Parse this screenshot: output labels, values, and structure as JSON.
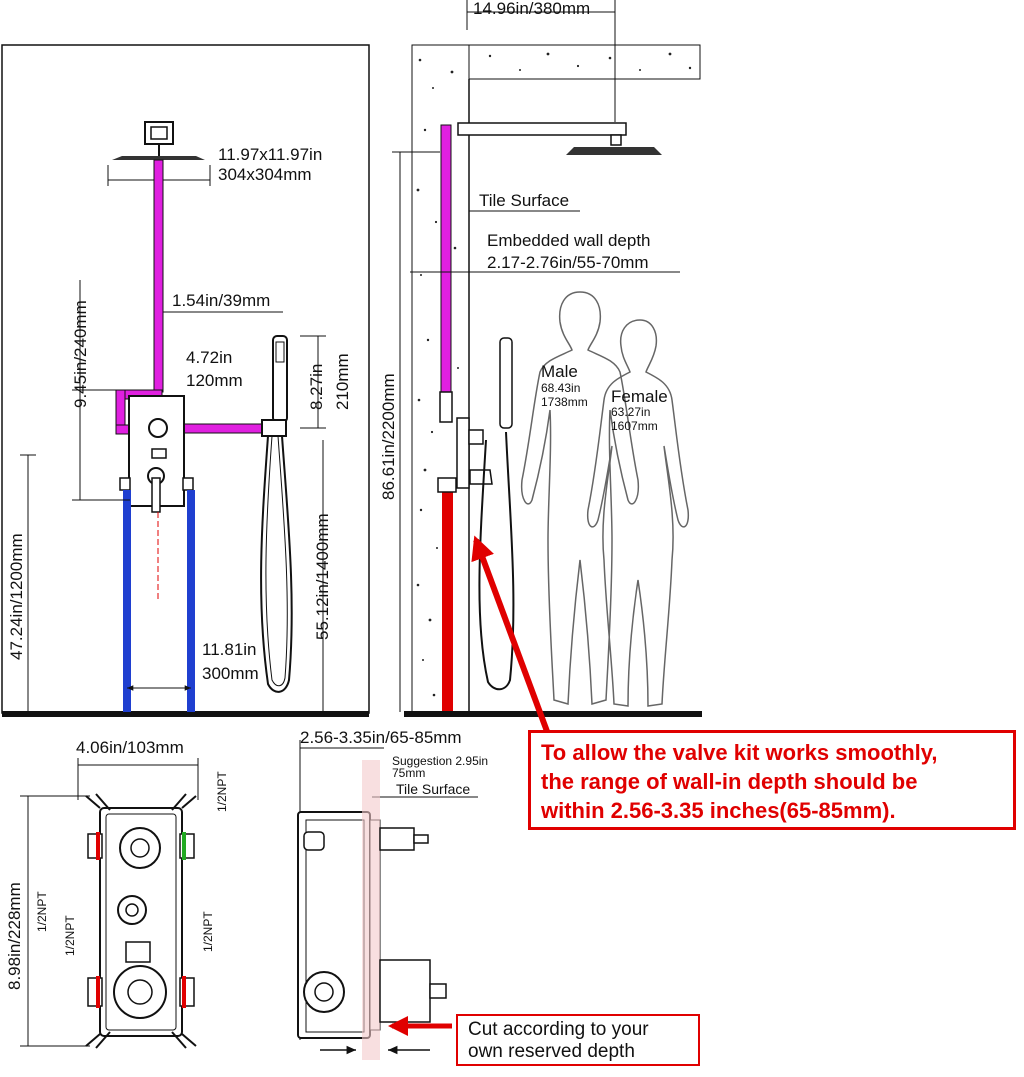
{
  "front_view": {
    "shower_head_size": [
      "11.97x11.97in",
      "304x304mm"
    ],
    "arm_to_hand_shower": "1.54in/39mm",
    "valve_to_hand_shower": [
      "4.72in",
      "120mm"
    ],
    "hand_shower_height": [
      "8.27in",
      "210mm"
    ],
    "valve_to_head": "9.45in/240mm",
    "valve_height": "47.24in/1200mm",
    "slide_bar_height": "55.12in/1400mm",
    "inlet_spacing": [
      "11.81in",
      "300mm"
    ]
  },
  "side_view": {
    "arm_length": "14.96in/380mm",
    "tile_surface": "Tile Surface",
    "wall_depth_title": "Embedded wall depth",
    "wall_depth_value": "2.17-2.76in/55-70mm",
    "head_height": "86.61in/2200mm",
    "male": {
      "label": "Male",
      "in": "68.43in",
      "mm": "1738mm"
    },
    "female": {
      "label": "Female",
      "in": "63.27in",
      "mm": "1607mm"
    }
  },
  "valve_front": {
    "width": "4.06in/103mm",
    "height": "8.98in/228mm",
    "thread_top": "1/2NPT",
    "thread_left_a": "1/2NPT",
    "thread_left_b": "1/2NPT",
    "thread_right": "1/2NPT"
  },
  "valve_side": {
    "depth": "2.56-3.35in/65-85mm",
    "suggestion": [
      "Suggestion 2.95in",
      "75mm"
    ],
    "tile_surface": "Tile Surface"
  },
  "notice": [
    "To allow the valve kit works smoothly,",
    "the range of wall-in depth should be",
    "within 2.56-3.35 inches(65-85mm)."
  ],
  "cut_note": [
    "Cut according to your",
    "own reserved depth"
  ],
  "colors": {
    "hot": "#e00000",
    "cold": "#1f3fd0",
    "mixed": "#e020e0",
    "line": "#111111"
  }
}
